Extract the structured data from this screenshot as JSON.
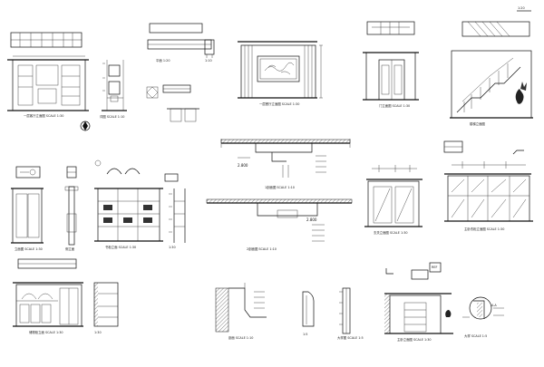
{
  "drawing": {
    "titles": [
      {
        "id": "d1",
        "text": "一层客厅立面图  SCALE 1:30"
      },
      {
        "id": "d2",
        "text": "详图 SCALE 1:10"
      },
      {
        "id": "d3",
        "text": "一层餐厅立面图  SCALE 1:30"
      },
      {
        "id": "d4",
        "text": "门立面图 SCALE 1:30"
      },
      {
        "id": "d5",
        "text": "楼梯立面图"
      },
      {
        "id": "d6",
        "text": "1剖面图  SCALE 1:10"
      },
      {
        "id": "d7",
        "text": "立面图 SCALE 1:30"
      },
      {
        "id": "d8",
        "text": "侧立面"
      },
      {
        "id": "d9",
        "text": "书柜立面 SCALE 1:30"
      },
      {
        "id": "d10",
        "text": "2剖面图  SCALE 1:10"
      },
      {
        "id": "d11",
        "text": "玄关立面图 SCALE 1:30"
      },
      {
        "id": "d12",
        "text": "主卧衣柜立面图 SCALE 1:30"
      },
      {
        "id": "d13",
        "text": "储物柜立面 SCALE 1:30"
      },
      {
        "id": "d14",
        "text": "剖面 SCALE 1:10"
      },
      {
        "id": "d15",
        "text": "大样图 SCALE 1:5"
      },
      {
        "id": "d16",
        "text": "主卧立面图 SCALE 1:30"
      },
      {
        "id": "d17",
        "text": "大样 SCALE 1:5"
      }
    ],
    "dimensions": {
      "ceiling_1": "2.800",
      "ceiling_2": "2.800"
    },
    "tag": "REF"
  }
}
